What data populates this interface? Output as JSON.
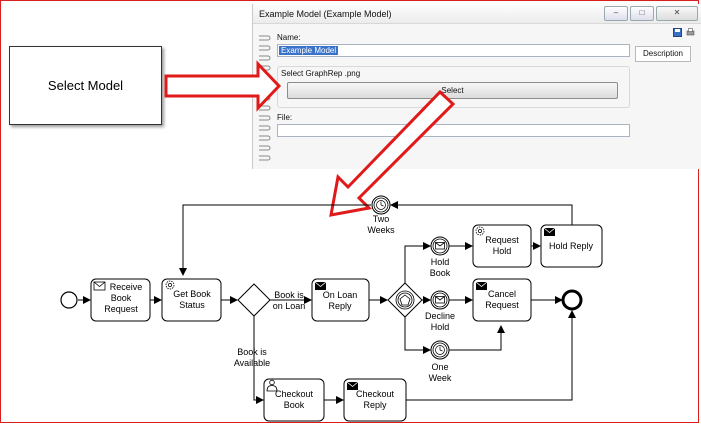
{
  "callout": {
    "text": "Select Model"
  },
  "dialog": {
    "title": "Example Model (Example Model)",
    "name_label": "Name:",
    "name_value": "Example Model",
    "select_label": "Select GraphRep .png",
    "select_button": "Select",
    "file_label": "File:",
    "file_value": "",
    "description_tab": "Description",
    "window_buttons": {
      "minimize": "–",
      "maximize": "□",
      "close": "✕"
    },
    "icons": [
      "save-icon",
      "print-icon"
    ]
  },
  "diagram": {
    "tasks": {
      "receive_book_request": [
        "Receive",
        "Book",
        "Request"
      ],
      "get_book_status": [
        "Get Book",
        "Status"
      ],
      "on_loan_reply": [
        "On Loan",
        "Reply"
      ],
      "request_hold": [
        "Request",
        "Hold"
      ],
      "hold_reply": "Hold Reply",
      "cancel_request": [
        "Cancel",
        "Request"
      ],
      "checkout_book": [
        "Checkout",
        "Book"
      ],
      "checkout_reply": [
        "Checkout",
        "Reply"
      ]
    },
    "events": {
      "two_weeks": [
        "Two",
        "Weeks"
      ],
      "hold_book": [
        "Hold",
        "Book"
      ],
      "decline_hold": [
        "Decline",
        "Hold"
      ],
      "one_week": [
        "One",
        "Week"
      ]
    },
    "flow_labels": {
      "on_loan": [
        "Book is",
        "on Loan"
      ],
      "available": [
        "Book is",
        "Available"
      ]
    }
  }
}
